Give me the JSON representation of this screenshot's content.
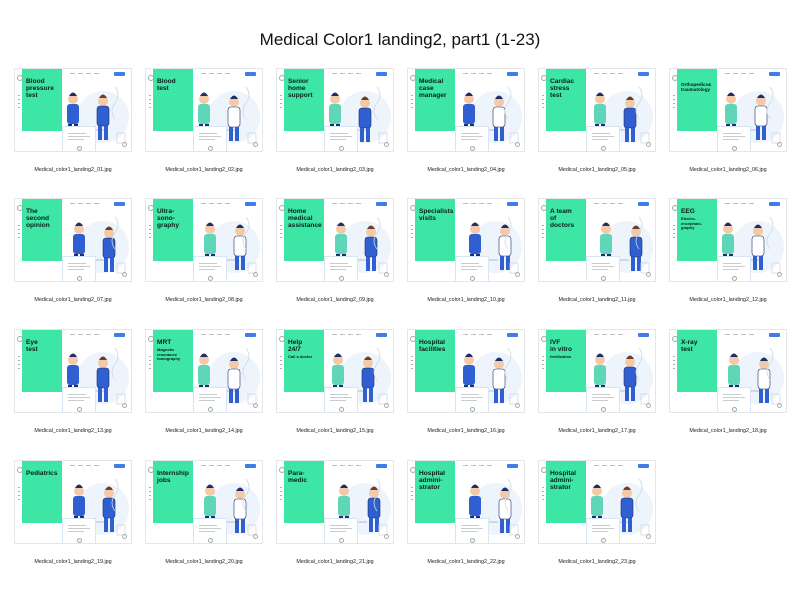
{
  "title": "Medical Color1 landing2, part1 (1-23)",
  "accent_color": "#3ee6a6",
  "button_color": "#3f7ee8",
  "thumbnails": [
    {
      "heading": "Blood\npressure\ntest",
      "sub": "",
      "file": "Medical_color1_landing2_01.jpg"
    },
    {
      "heading": "Blood\ntest",
      "sub": "",
      "file": "Medical_color1_landing2_02.jpg"
    },
    {
      "heading": "Senior\nhome\nsupport",
      "sub": "",
      "file": "Medical_color1_landing2_03.jpg"
    },
    {
      "heading": "Medical\ncase\nmanager",
      "sub": "",
      "file": "Medical_color1_landing2_04.jpg"
    },
    {
      "heading": "Cardiac\nstress\ntest",
      "sub": "",
      "file": "Medical_color1_landing2_05.jpg"
    },
    {
      "heading": "",
      "sub": "Orthopedics&\ntraumatology",
      "file": "Medical_color1_landing2_06.jpg"
    },
    {
      "heading": "The\nsecond\nopinion",
      "sub": "",
      "file": "Medical_color1_landing2_07.jpg"
    },
    {
      "heading": "Ultra-\nsono-\ngraphy",
      "sub": "",
      "file": "Medical_color1_landing2_08.jpg"
    },
    {
      "heading": "Home\nmedical\nassistance",
      "sub": "",
      "file": "Medical_color1_landing2_09.jpg"
    },
    {
      "heading": "Specialists\nvisits",
      "sub": "",
      "file": "Medical_color1_landing2_10.jpg"
    },
    {
      "heading": "A team\nof\ndoctors",
      "sub": "",
      "file": "Medical_color1_landing2_11.jpg"
    },
    {
      "heading": "EEG",
      "sub": "Electro-\nencephalo-\ngraphy",
      "file": "Medical_color1_landing2_12.jpg"
    },
    {
      "heading": "Eye\ntest",
      "sub": "",
      "file": "Medical_color1_landing2_13.jpg"
    },
    {
      "heading": "MRT",
      "sub": "Magnetic\nresonance\ntomography",
      "file": "Medical_color1_landing2_14.jpg"
    },
    {
      "heading": "Help\n24/7",
      "sub": "Call a doctor",
      "file": "Medical_color1_landing2_15.jpg"
    },
    {
      "heading": "Hospital\nfacilities",
      "sub": "",
      "file": "Medical_color1_landing2_16.jpg"
    },
    {
      "heading": "IVF\nin vitro",
      "sub": "fertilization",
      "file": "Medical_color1_landing2_17.jpg"
    },
    {
      "heading": "X-ray\ntest",
      "sub": "",
      "file": "Medical_color1_landing2_18.jpg"
    },
    {
      "heading": "Pediatrics",
      "sub": "",
      "file": "Medical_color1_landing2_19.jpg"
    },
    {
      "heading": "Internship\njobs",
      "sub": "",
      "file": "Medical_color1_landing2_20.jpg"
    },
    {
      "heading": "Para-\nmedic",
      "sub": "",
      "file": "Medical_color1_landing2_21.jpg"
    },
    {
      "heading": "Hospital\nadmini-\nstrator",
      "sub": "",
      "file": "Medical_color1_landing2_22.jpg"
    },
    {
      "heading": "Hospital\nadmini-\nstrator",
      "sub": "",
      "file": "Medical_color1_landing2_23.jpg"
    }
  ]
}
